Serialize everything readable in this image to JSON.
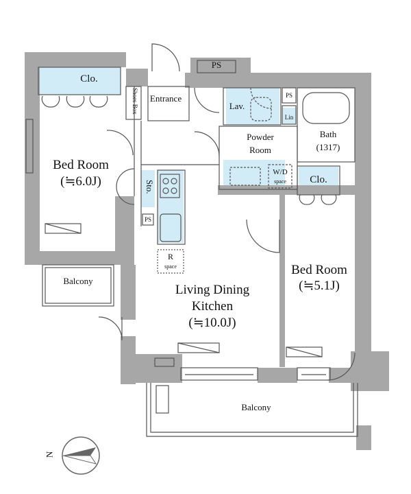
{
  "floorplan": {
    "bed_room_west": {
      "name": "Bed Room",
      "area": "(≒6.0J)"
    },
    "bed_room_east": {
      "name": "Bed Room",
      "area": "(≒5.1J)"
    },
    "ldk": {
      "line1": "Living Dining",
      "line2": "Kitchen",
      "area": "(≒10.0J)"
    },
    "closet_west": "Clo.",
    "closet_east": "Clo.",
    "storage": "Sto.",
    "shoes_box": "Shoes Box",
    "entrance": "Entrance",
    "lavatory": "Lav.",
    "linen": "Lin",
    "bath": {
      "name": "Bath",
      "size": "(1317)"
    },
    "powder_room": {
      "line1": "Powder",
      "line2": "Room"
    },
    "wd_space": {
      "line1": "W/D",
      "line2": "space"
    },
    "r_space": {
      "line1": "R",
      "line2": "space"
    },
    "ps_top": "PS",
    "ps_lav": "PS",
    "ps_kitchen": "PS",
    "balcony_west": "Balcony",
    "balcony_south": "Balcony",
    "compass": {
      "label": "N"
    }
  }
}
